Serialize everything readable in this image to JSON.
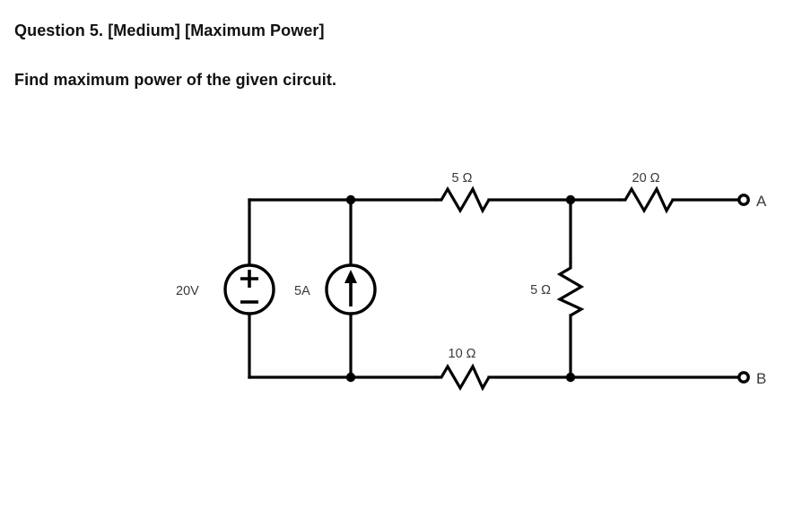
{
  "question": {
    "title": "Question 5. [Medium] [Maximum Power]",
    "prompt": "Find maximum power of the given circuit."
  },
  "circuit": {
    "sources": {
      "voltage": {
        "label": "20V",
        "symbol_plus": "+",
        "symbol_minus": "−"
      },
      "current": {
        "label": "5A",
        "direction": "up"
      }
    },
    "resistors": {
      "top_series": "5 Ω",
      "right_series": "20 Ω",
      "middle_shunt": "5 Ω",
      "bottom_series": "10 Ω"
    },
    "terminals": {
      "a": "A",
      "b": "B"
    },
    "colors": {
      "wire": "#000000",
      "label": "#3a3a3a",
      "background": "#ffffff",
      "text": "#111111"
    }
  }
}
